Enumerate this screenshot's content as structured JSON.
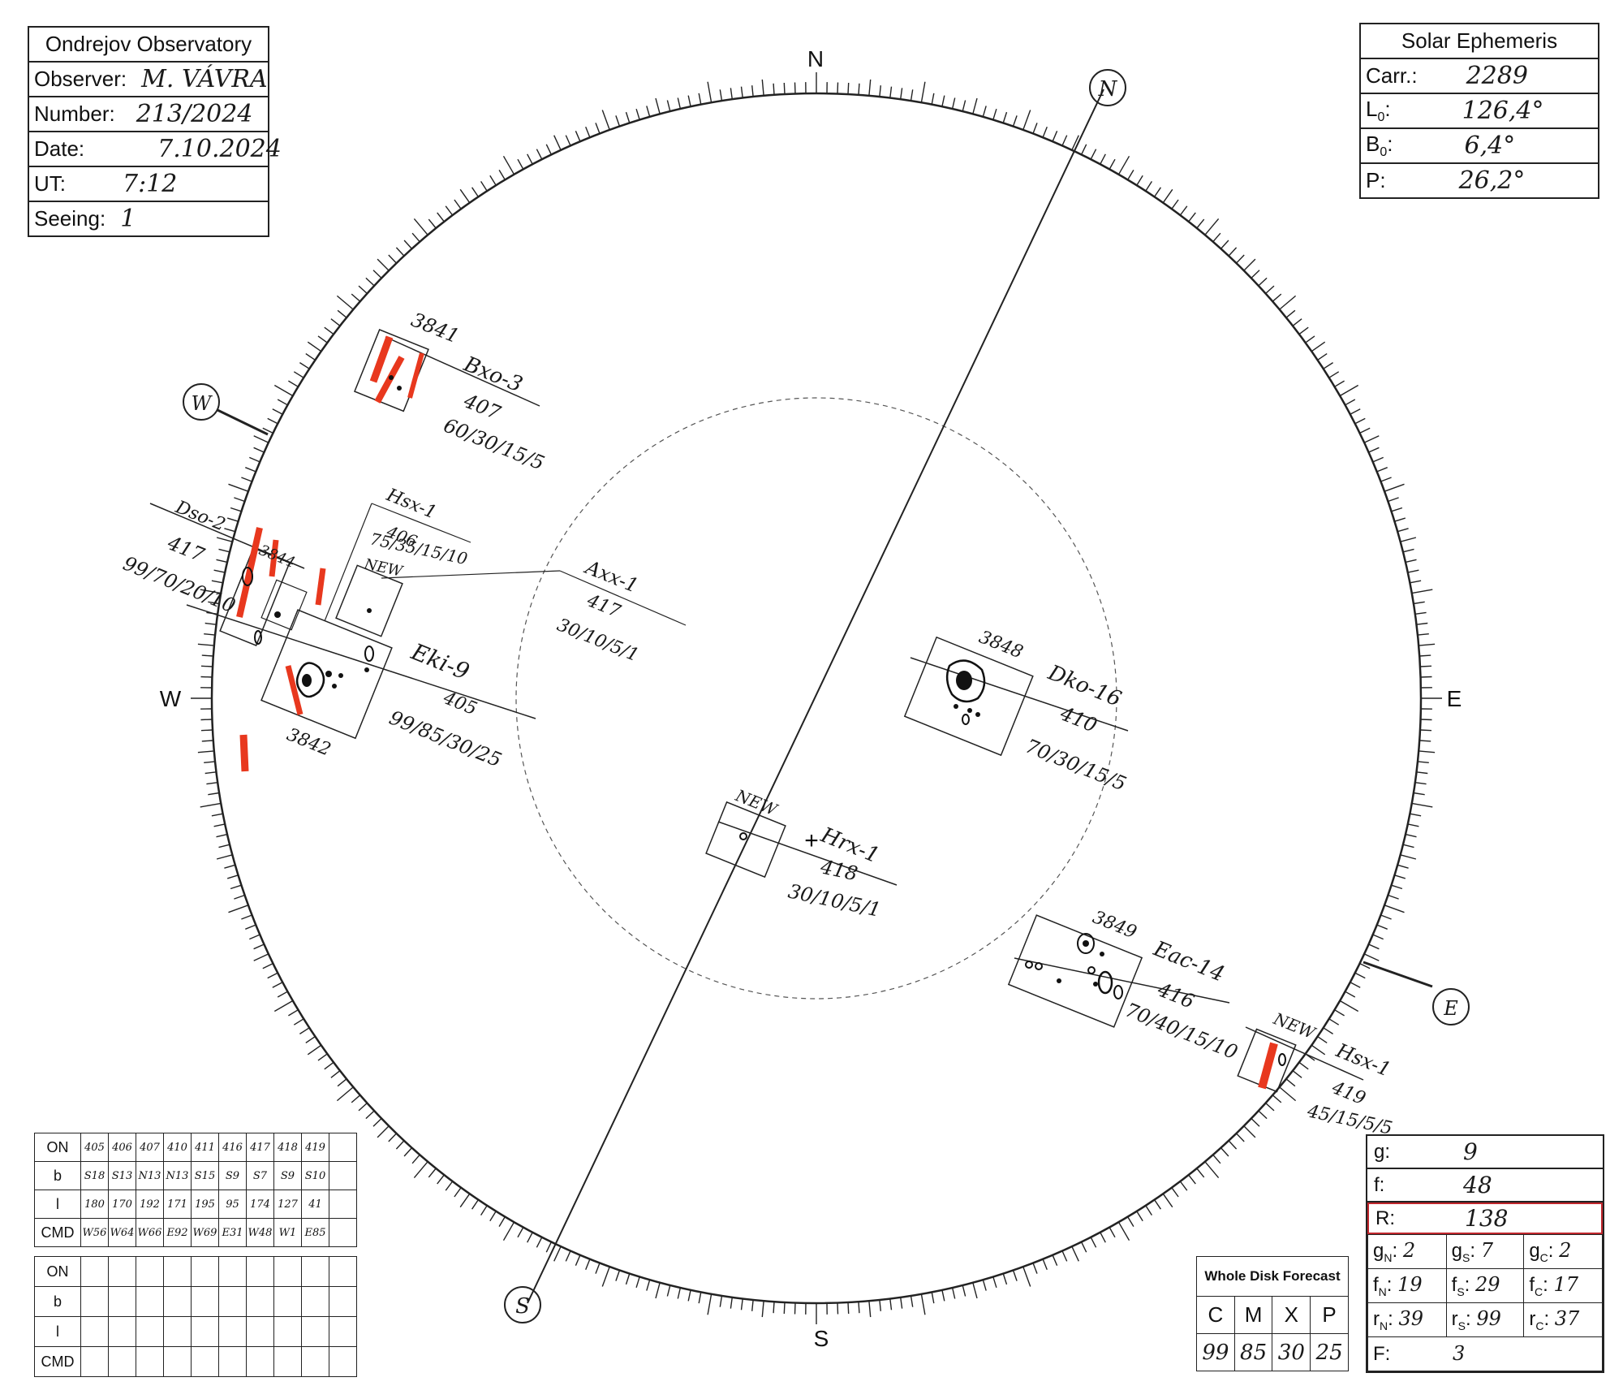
{
  "header": {
    "title": "Ondrejov Observatory",
    "observer_label": "Observer:",
    "observer": "M. VÁVRA",
    "number_label": "Number:",
    "number": "213/2024",
    "date_label": "Date:",
    "date": "7.10.2024",
    "ut_label": "UT:",
    "ut": "7:12",
    "seeing_label": "Seeing:",
    "seeing": "1"
  },
  "ephemeris": {
    "title": "Solar Ephemeris",
    "carr_label": "Carr.:",
    "carr": "2289",
    "l0_label": "L",
    "l0_sub": "0",
    "l0": "126,4°",
    "b0_label": "B",
    "b0_sub": "0",
    "b0": "6,4°",
    "p_label": "P:",
    "p": "26,2°"
  },
  "compass": {
    "n": "N",
    "s": "S",
    "e": "E",
    "w": "W",
    "cn": "N",
    "cs": "S",
    "ce": "E",
    "cw": "W"
  },
  "groups": {
    "g3841": {
      "num": "3841",
      "class": "Bxo-3",
      "id": "407",
      "vals": "60/30/15/5"
    },
    "g3844": {
      "num": "3844",
      "class": "Dso-2",
      "id": "417",
      "vals": "99/70/20/10",
      "small": "3844"
    },
    "hsx1a": {
      "class": "Hsx-1",
      "id": "406",
      "vals": "75/35/15/10",
      "tag": "NEW"
    },
    "axx1": {
      "class": "Axx-1",
      "id": "417",
      "vals": "30/10/5/1"
    },
    "g3842": {
      "num": "3842",
      "class": "Eki-9",
      "id": "405",
      "vals": "99/85/30/25"
    },
    "g3848": {
      "num": "3848",
      "class": "Dko-16",
      "id": "410",
      "vals": "70/30/15/5"
    },
    "hrx1": {
      "class": "Hrx-1",
      "id": "418",
      "vals": "30/10/5/1",
      "tag": "NEW"
    },
    "g3849": {
      "num": "3849",
      "class": "Eac-14",
      "id": "416",
      "vals": "70/40/15/10"
    },
    "hsx1b": {
      "class": "Hsx-1",
      "id": "419",
      "vals": "45/15/5/5",
      "tag": "NEW"
    }
  },
  "table1": {
    "labels": [
      "ON",
      "b",
      "l",
      "CMD"
    ],
    "on": [
      "405",
      "406",
      "407",
      "410",
      "411",
      "416",
      "417",
      "418",
      "419",
      ""
    ],
    "b": [
      "S18",
      "S13",
      "N13",
      "N13",
      "S15",
      "S9",
      "S7",
      "S9",
      "S10",
      ""
    ],
    "l": [
      "180",
      "170",
      "192",
      "171",
      "195",
      "95",
      "174",
      "127",
      "41",
      ""
    ],
    "cmd": [
      "W56",
      "W64",
      "W66",
      "E92",
      "W69",
      "E31",
      "W48",
      "W1",
      "E85",
      ""
    ]
  },
  "table2": {
    "labels": [
      "ON",
      "b",
      "l",
      "CMD"
    ]
  },
  "forecast": {
    "title": "Whole Disk Forecast",
    "headers": [
      "C",
      "M",
      "X",
      "P"
    ],
    "values": [
      "99",
      "85",
      "30",
      "25"
    ]
  },
  "summary": {
    "g_label": "g:",
    "g": "9",
    "f_label": "f:",
    "f": "48",
    "r_label": "R:",
    "r": "138",
    "gn_label": "g",
    "gn_sub": "N",
    "gn": "2",
    "gs_label": "g",
    "gs_sub": "S",
    "gs": "7",
    "gc_label": "g",
    "gc_sub": "C",
    "gc": "2",
    "fn_label": "f",
    "fn_sub": "N",
    "fn": "19",
    "fs_label": "f",
    "fs_sub": "S",
    "fs": "29",
    "fc_label": "f",
    "fc_sub": "C",
    "fc": "17",
    "rn_label": "r",
    "rn_sub": "N",
    "rn": "39",
    "rs_label": "r",
    "rs_sub": "S",
    "rs": "99",
    "rc_label": "r",
    "rc_sub": "C",
    "rc": "37",
    "F_label": "F:",
    "F": "3"
  },
  "colors": {
    "ink": "#1a1a1a",
    "facula": "#e8381e",
    "highlight": "#c0262c"
  }
}
